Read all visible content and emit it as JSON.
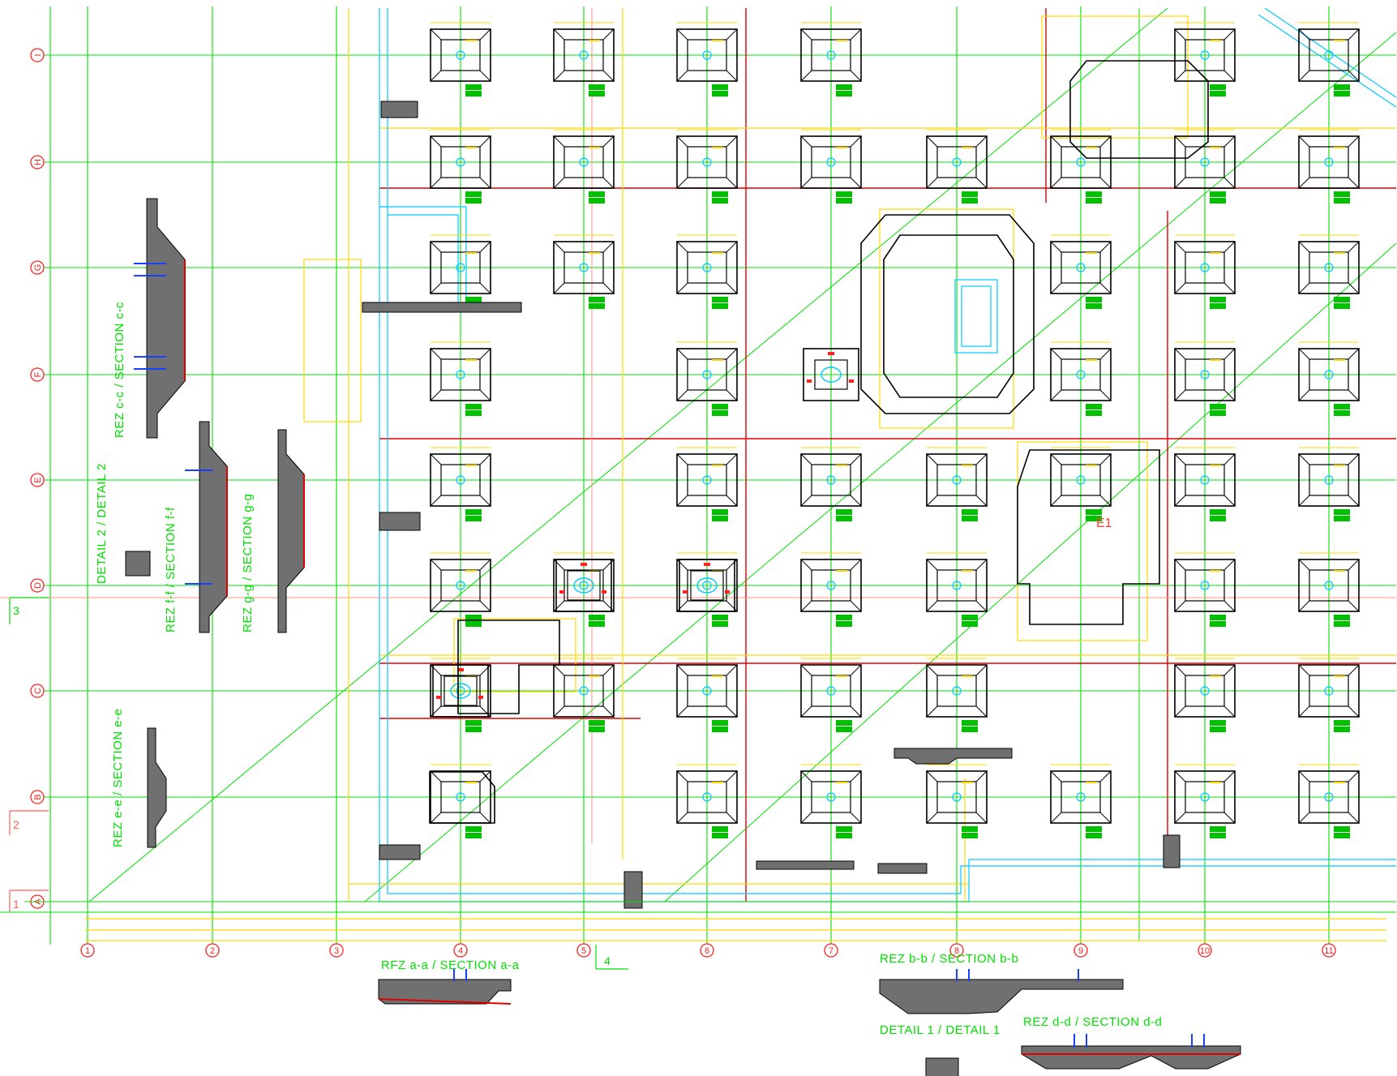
{
  "drawing": {
    "title": "Foundation plan with grid lines, footings and sections",
    "colors": {
      "grid": "#00e000",
      "axis_bubble": "#ff2020",
      "footing_outline": "#000000",
      "centerline": "#00c8ff",
      "dimension": "#ffd800",
      "section_cut": "#e00000",
      "tag_fill": "#00c000",
      "concrete": "#707070"
    }
  },
  "grid": {
    "bottom_axes": [
      {
        "label": "1"
      },
      {
        "label": "2"
      },
      {
        "label": "3"
      },
      {
        "label": "4"
      },
      {
        "label": "5"
      },
      {
        "label": "6"
      },
      {
        "label": "7"
      },
      {
        "label": "8"
      },
      {
        "label": "9"
      },
      {
        "label": "10"
      },
      {
        "label": "11"
      }
    ],
    "left_axes": [
      {
        "label": "I"
      },
      {
        "label": "H"
      },
      {
        "label": "G"
      },
      {
        "label": "F"
      },
      {
        "label": "E"
      },
      {
        "label": "D"
      },
      {
        "label": "C"
      },
      {
        "label": "B"
      },
      {
        "label": "A"
      }
    ]
  },
  "sections": {
    "a": "RFZ a-a / SECTION a-a",
    "b": "REZ b-b / SECTION b-b",
    "c": "REZ c-c / SECTION c-c",
    "d": "REZ d-d / SECTION d-d",
    "e": "REZ e-e / SECTION e-e",
    "f": "REZ f-f / SECTION f-f",
    "g": "REZ g-g / SECTION g-g"
  },
  "details": {
    "detail1": "DETAIL 1 / DETAIL 1",
    "detail2": "DETAIL 2 / DETAIL 2"
  },
  "markers": {
    "cut_1": "1",
    "cut_2": "2",
    "cut_3": "3",
    "cut_4": "4",
    "footing_e1": "E1"
  }
}
